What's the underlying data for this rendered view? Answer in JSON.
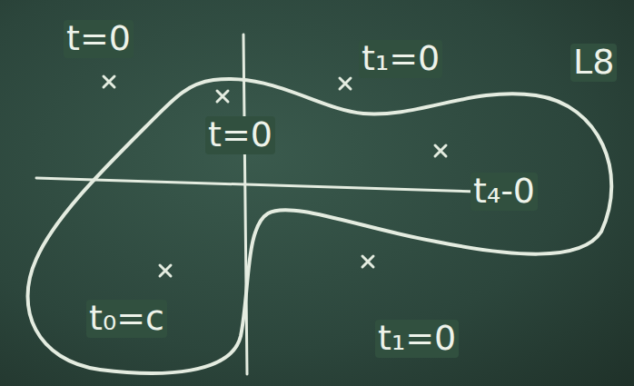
{
  "diagram": {
    "labels": [
      "t=0",
      "t=0",
      "t₁=0",
      "t₄-0",
      "t₀=c",
      "t₁=0",
      "L8"
    ]
  }
}
